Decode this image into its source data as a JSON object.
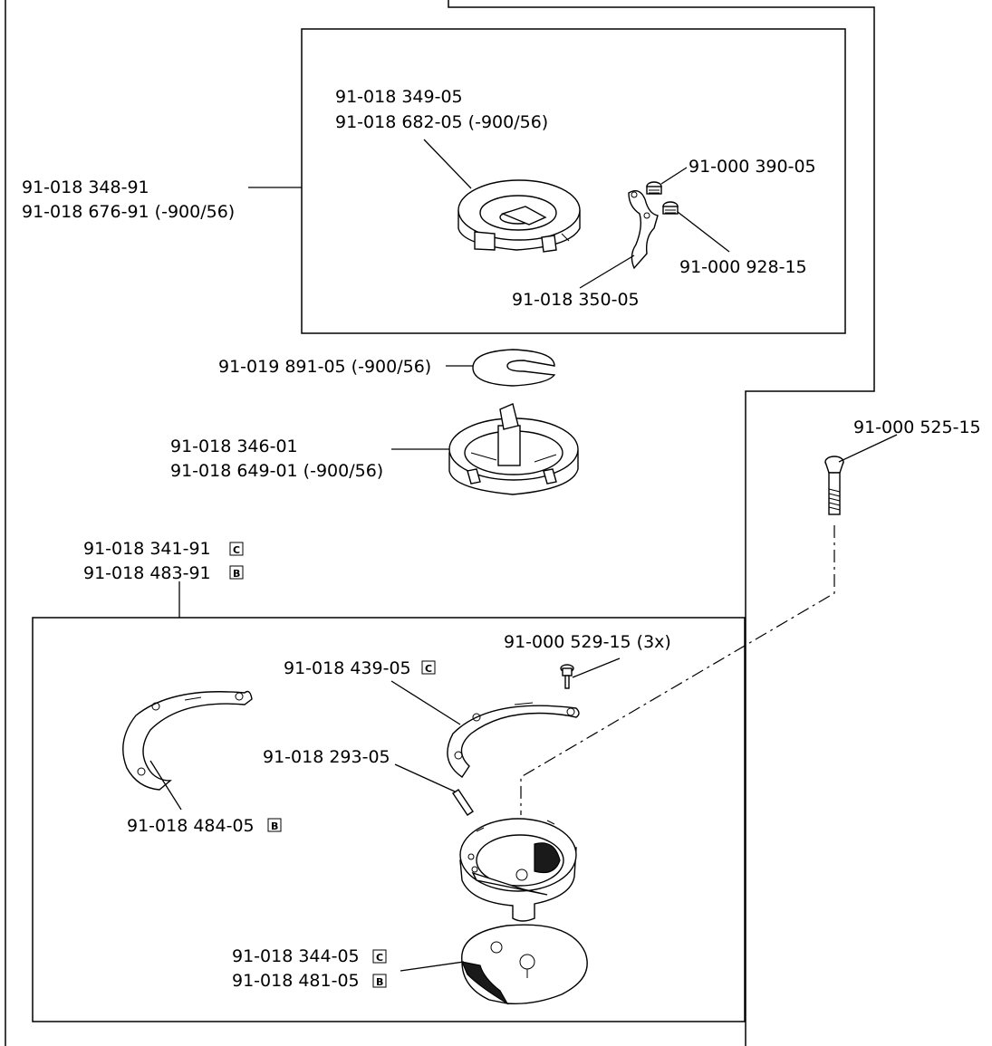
{
  "labels": {
    "bobbin_case_cap": [
      "91-018 349-05",
      "91-018 682-05 (-900/56)"
    ],
    "bobbin_case_assembly": [
      "91-018 348-91",
      "91-018 676-91 (-900/56)"
    ],
    "screw_390": "91-000 390-05",
    "screw_928": "91-000 928-15",
    "spring": "91-018 350-05",
    "washer": "91-019 891-05 (-900/56)",
    "bobbin_case_base": [
      "91-018 346-01",
      "91-018 649-01 (-900/56)"
    ],
    "screw_525": "91-000 525-15",
    "hook_assembly": [
      "91-018 341-91",
      "91-018 483-91"
    ],
    "hook_assembly_marks": [
      "C",
      "B"
    ],
    "screw_529": "91-000 529-15 (3x)",
    "gib_439": "91-018 439-05",
    "gib_439_mark": "C",
    "pin_293": "91-018 293-05",
    "gib_484": "91-018 484-05",
    "gib_484_mark": "B",
    "hook_body": [
      "91-018 344-05",
      "91-018 481-05"
    ],
    "hook_body_marks": [
      "C",
      "B"
    ]
  }
}
